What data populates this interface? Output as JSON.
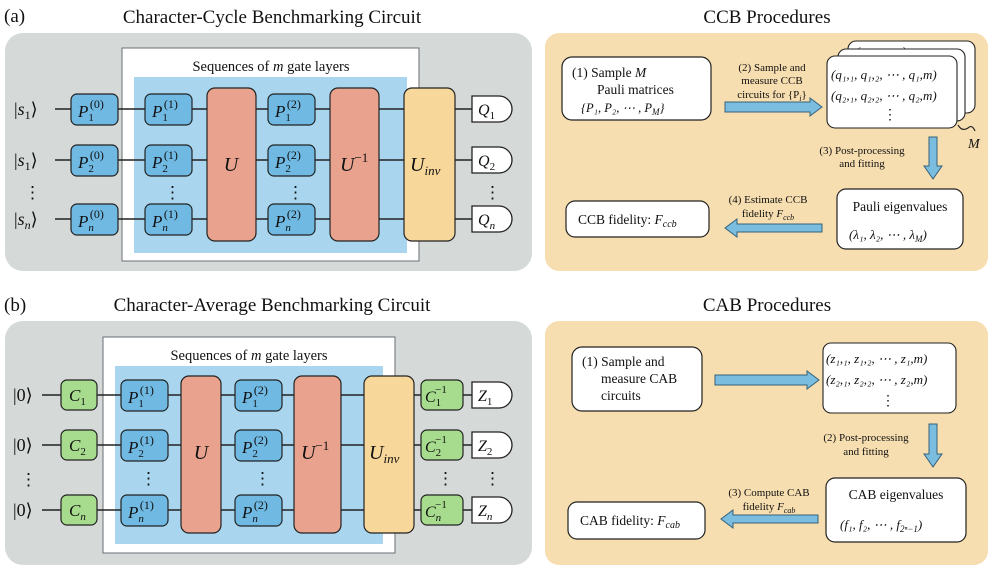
{
  "panel_a": {
    "label": "(a)",
    "circuit_title": "Character-Cycle Benchmarking Circuit",
    "inner_title_prefix": "Sequences of ",
    "inner_title_var": "m",
    "inner_title_suffix": " gate layers",
    "states": [
      "s",
      "s",
      "s"
    ],
    "state_subs": [
      "1",
      "1",
      "n"
    ],
    "p0": {
      "base": "P",
      "subs": [
        "1",
        "2",
        "n"
      ],
      "sup": "(0)"
    },
    "p1": {
      "base": "P",
      "subs": [
        "1",
        "2",
        "n"
      ],
      "sup": "(1)"
    },
    "p2": {
      "base": "P",
      "subs": [
        "1",
        "2",
        "n"
      ],
      "sup": "(2)"
    },
    "u": "U",
    "uinv_base": "U",
    "uinv_sup": "−1",
    "uinv_gate_base": "U",
    "uinv_gate_sub": "inv",
    "meas_base": "Q",
    "meas_subs": [
      "1",
      "2",
      "n"
    ],
    "dots": "⋮"
  },
  "panel_b": {
    "label": "(b)",
    "circuit_title": "Character-Average Benchmarking Circuit",
    "inner_title_prefix": "Sequences of ",
    "inner_title_var": "m",
    "inner_title_suffix": " gate layers",
    "init_state": "|0⟩",
    "c": {
      "base": "C",
      "subs": [
        "1",
        "2",
        "n"
      ]
    },
    "p1": {
      "base": "P",
      "subs": [
        "1",
        "2",
        "n"
      ],
      "sup": "(1)"
    },
    "p2": {
      "base": "P",
      "subs": [
        "1",
        "2",
        "n"
      ],
      "sup": "(2)"
    },
    "u": "U",
    "uinv_base": "U",
    "uinv_sup": "−1",
    "uinv_gate_base": "U",
    "uinv_gate_sub": "inv",
    "cinv_sup": "−1",
    "meas_base": "Z",
    "meas_subs": [
      "1",
      "2",
      "n"
    ],
    "dots": "⋮"
  },
  "ccb": {
    "title": "CCB Procedures",
    "step1_a": "(1)  Sample ",
    "step1_var": "M",
    "step1_b": "Pauli matrices",
    "step1_set": "{P₁, P₂, ⋯ , P",
    "step1_set_sub": "M",
    "step1_set_end": "}",
    "step2_a": "(2) Sample and",
    "step2_b": "measure CCB",
    "step2_c": "circuits for {P",
    "step2_c_sub": "i",
    "step2_c_end": "}",
    "row1": "(q₁,₁, q₁,₂, ⋯ , q₁,",
    "row1_end": "m",
    "row2": "(q₂,₁, q₂,₂, ⋯ , q₂,",
    "row2_end": "m",
    "back_row": "(q   q   ⋯ q   )",
    "vdots": "⋮",
    "m_label": "M",
    "step3_a": "(3) Post-processing",
    "step3_b": "and fitting",
    "eig_title": "Pauli eigenvalues",
    "eig_values": "(λ₁, λ₂, ⋯ , λ",
    "eig_values_sub": "M",
    "step4_a": "(4) Estimate CCB",
    "step4_b": "fidelity ",
    "step4_var": "F",
    "step4_sub": "ccb",
    "fid_label": "CCB fidelity: ",
    "fid_var": "F",
    "fid_sub": "ccb"
  },
  "cab": {
    "title": "CAB Procedures",
    "step1_a": "(1)   Sample and",
    "step1_b": "measure CAB",
    "step1_c": "circuits",
    "row1": "(z₁,₁, z₁,₂, ⋯ , z₁,",
    "row1_end": "m",
    "row2": "(z₂,₁, z₂,₂, ⋯ , z₂,",
    "row2_end": "m",
    "vdots": "⋮",
    "step2_a": "(2) Post-processing",
    "step2_b": "and fitting",
    "eig_title": "CAB eigenvalues",
    "eig_values": "(f₁, f₂, ⋯ , f",
    "eig_values_sub": "2ⁿ−1",
    "step3_a": "(3) Compute CAB",
    "step3_b": "fidelity ",
    "step3_var": "F",
    "step3_sub": "cab",
    "fid_label": "CAB fidelity: ",
    "fid_var": "F",
    "fid_sub": "cab"
  },
  "colors": {
    "gray_panel": "#d5d9d8",
    "gold_panel": "#f7deb0",
    "light_blue": "#a9d6ee",
    "pauli_blue": "#6fb9e2",
    "salmon": "#e9a28e",
    "yellow": "#f8d79a",
    "green": "#a7dc8e",
    "arrow": "#7bbddf"
  }
}
